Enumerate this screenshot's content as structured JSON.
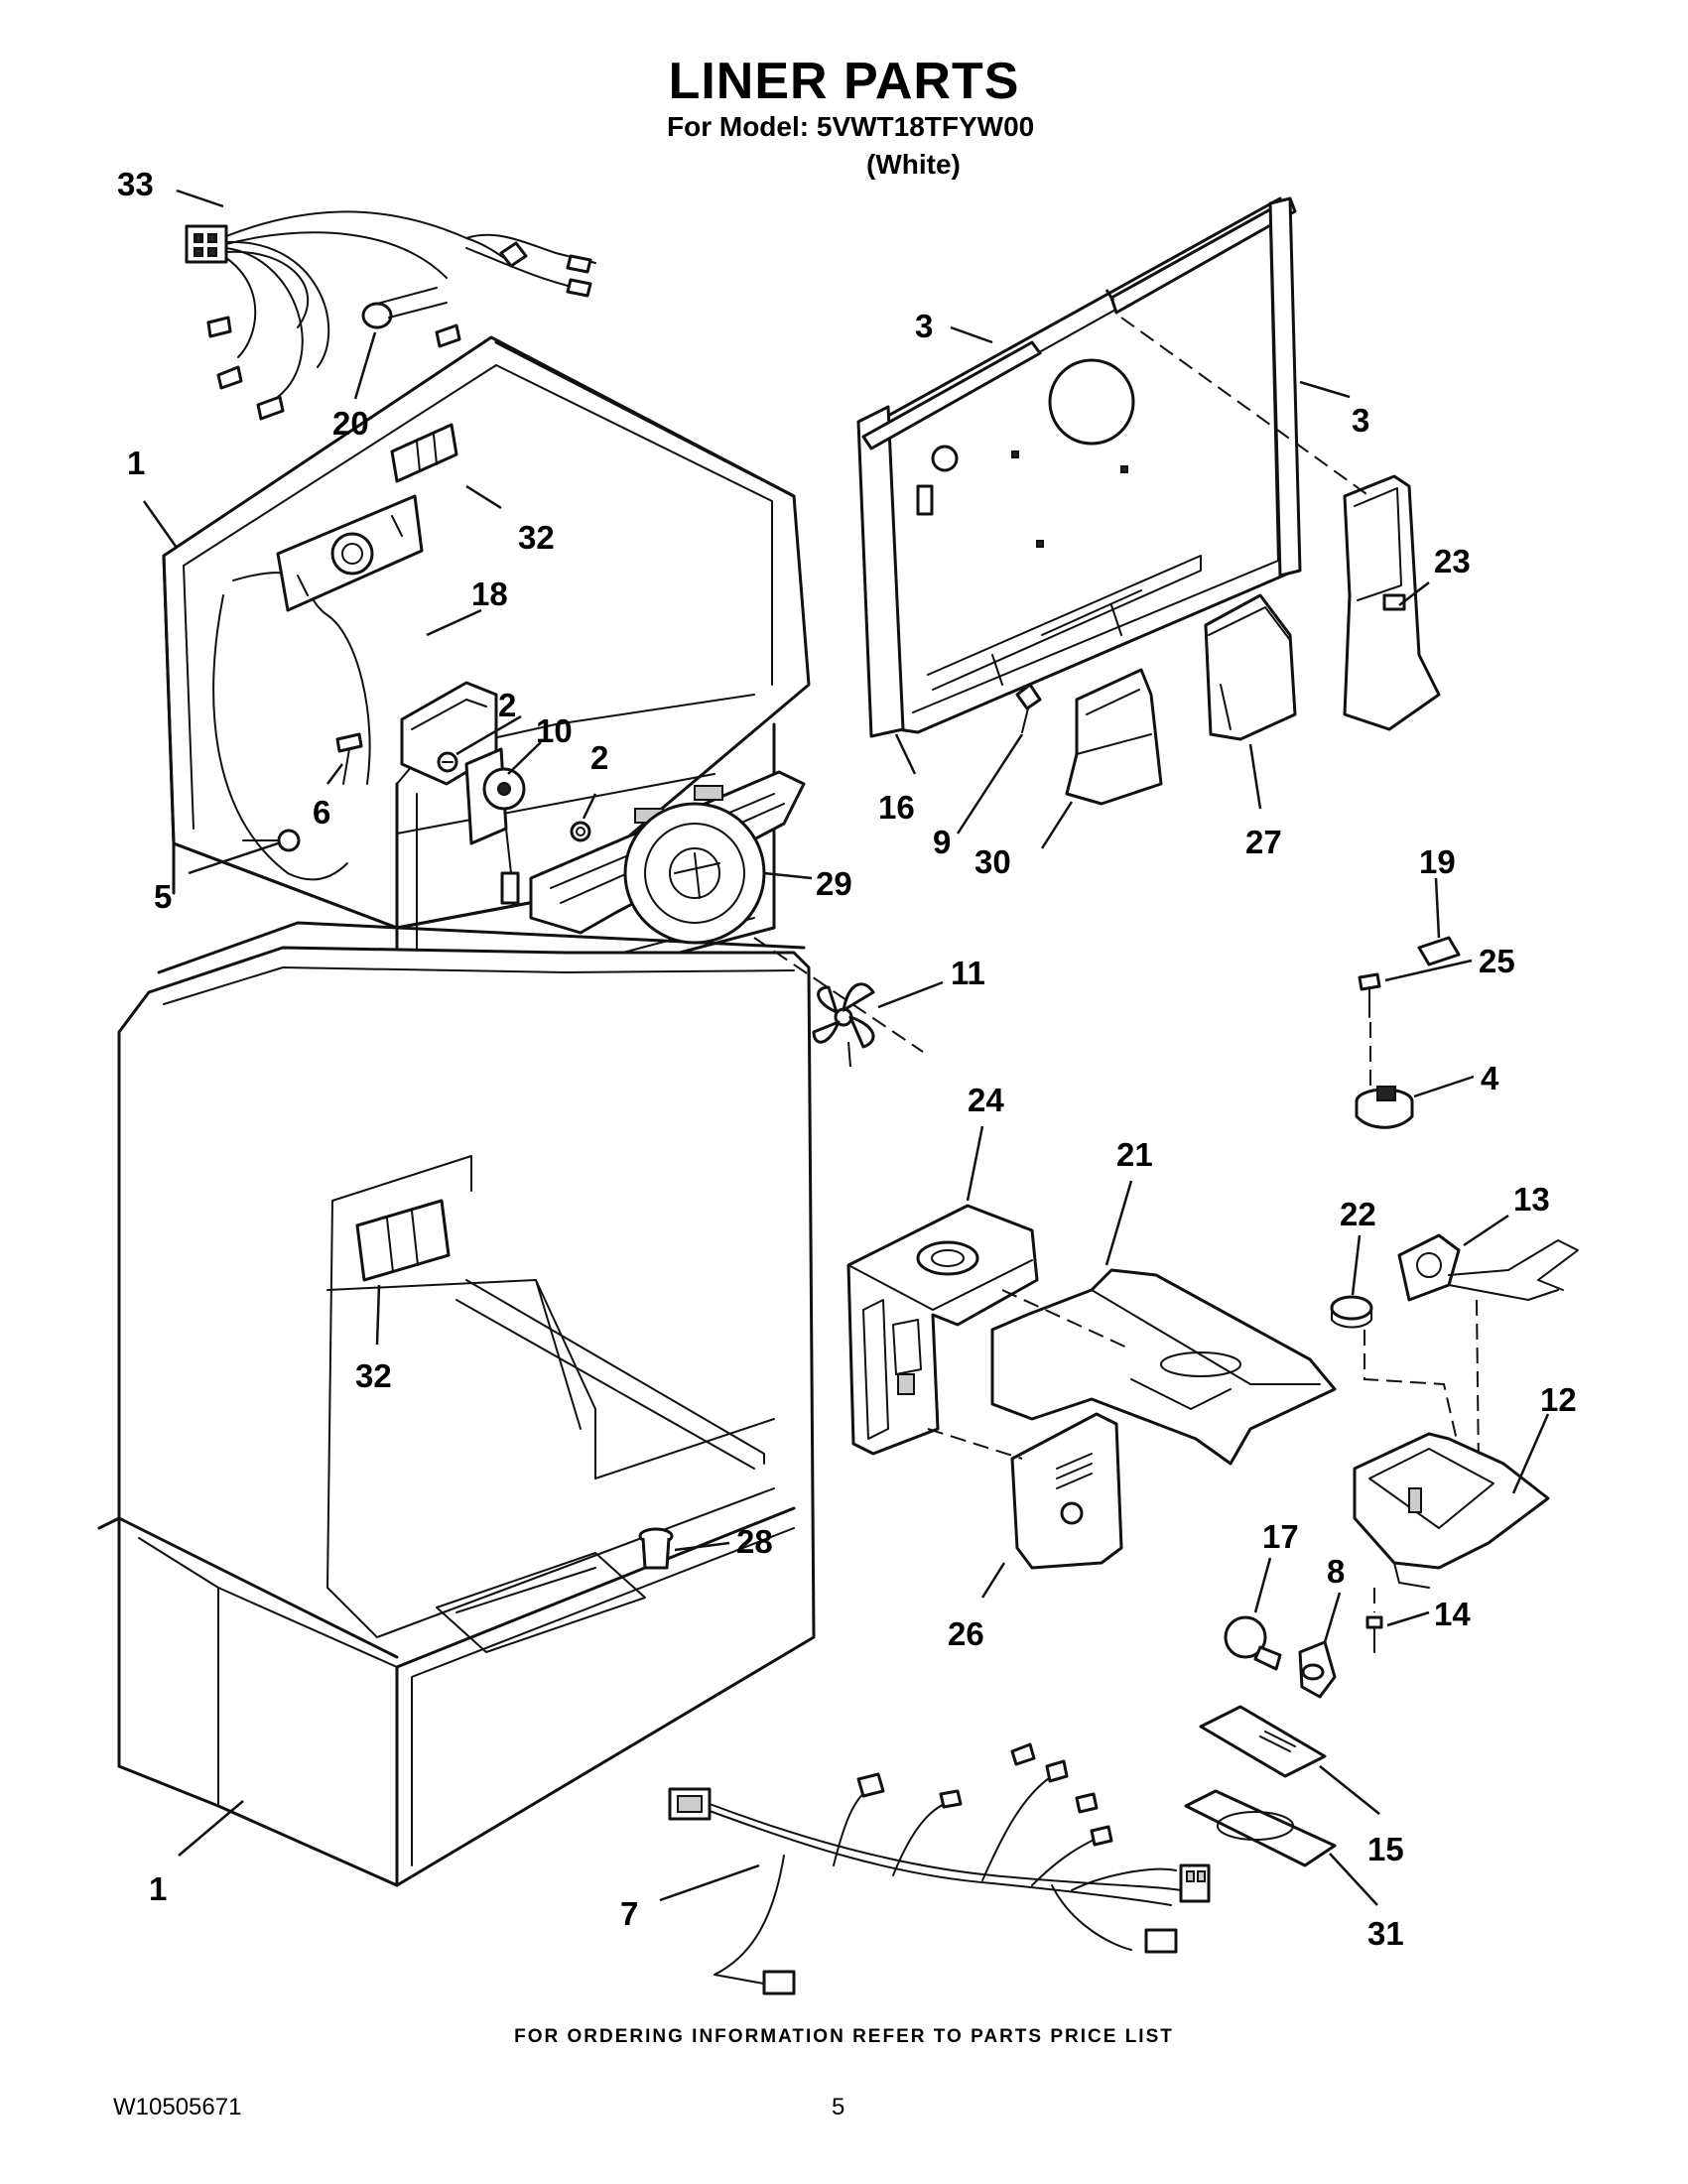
{
  "header": {
    "title": "LINER PARTS",
    "model_line": "For Model: 5VWT18TFYW00",
    "color_line": "(White)"
  },
  "footer": {
    "ordering_note": "FOR ORDERING INFORMATION REFER TO PARTS PRICE LIST",
    "document_id": "W10505671",
    "page_number": "5"
  },
  "callouts": [
    "33",
    "20",
    "1",
    "32",
    "18",
    "2",
    "10",
    "2",
    "6",
    "5",
    "29",
    "11",
    "3",
    "3",
    "16",
    "9",
    "30",
    "27",
    "23",
    "19",
    "25",
    "4",
    "24",
    "21",
    "22",
    "13",
    "32",
    "12",
    "28",
    "26",
    "17",
    "8",
    "14",
    "15",
    "31",
    "7",
    "1"
  ]
}
